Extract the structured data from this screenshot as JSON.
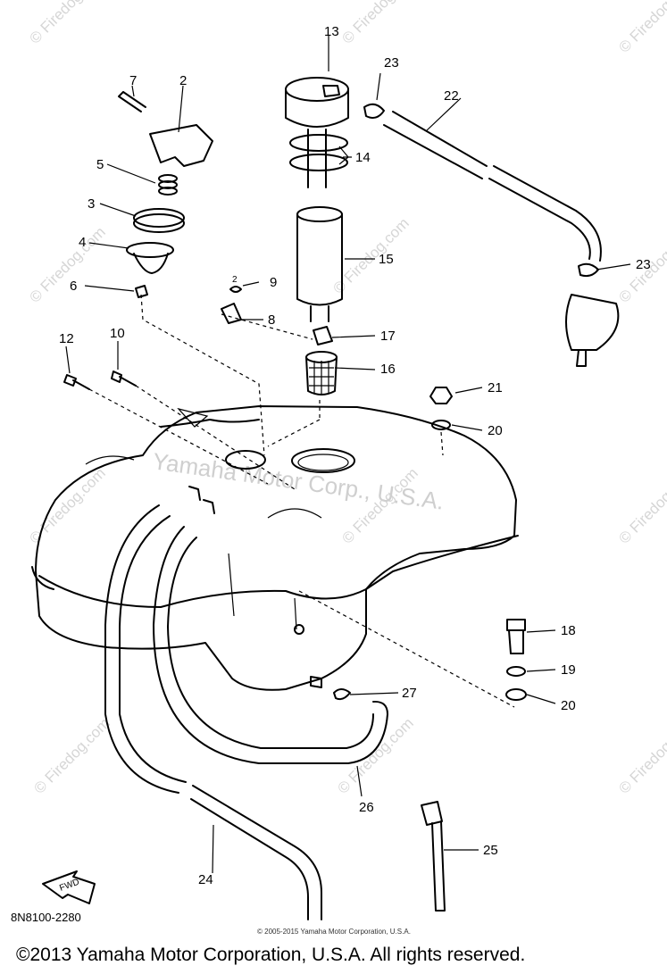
{
  "callouts": [
    {
      "id": "c1",
      "label": "13"
    },
    {
      "id": "c2",
      "label": "23"
    },
    {
      "id": "c3",
      "label": "22"
    },
    {
      "id": "c4",
      "label": "7"
    },
    {
      "id": "c5",
      "label": "2"
    },
    {
      "id": "c6",
      "label": "5"
    },
    {
      "id": "c7",
      "label": "14"
    },
    {
      "id": "c8",
      "label": "3"
    },
    {
      "id": "c9",
      "label": "4"
    },
    {
      "id": "c10",
      "label": "15"
    },
    {
      "id": "c11",
      "label": "23"
    },
    {
      "id": "c12",
      "label": "6"
    },
    {
      "id": "c13",
      "label": "9"
    },
    {
      "id": "c14",
      "label": "8"
    },
    {
      "id": "c15",
      "label": "17"
    },
    {
      "id": "c16",
      "label": "12"
    },
    {
      "id": "c17",
      "label": "10"
    },
    {
      "id": "c18",
      "label": "16"
    },
    {
      "id": "c19",
      "label": "21"
    },
    {
      "id": "c20",
      "label": "20"
    },
    {
      "id": "c21",
      "label": "18"
    },
    {
      "id": "c22",
      "label": "19"
    },
    {
      "id": "c23",
      "label": "20"
    },
    {
      "id": "c24",
      "label": "27"
    },
    {
      "id": "c25",
      "label": "26"
    },
    {
      "id": "c26",
      "label": "25"
    },
    {
      "id": "c27",
      "label": "24"
    }
  ],
  "small_labels": {
    "clip_2": "2",
    "fwd": "FWD"
  },
  "part_code": "8N8100-2280",
  "small_copyright": "© 2005-2015 Yamaha Motor Corporation, U.S.A.",
  "watermarks": {
    "site": "© Firedog.com",
    "faint": "Yamaha Motor Corp., U.S.A."
  },
  "footer": "©2013 Yamaha Motor Corporation, U.S.A. All rights reserved."
}
